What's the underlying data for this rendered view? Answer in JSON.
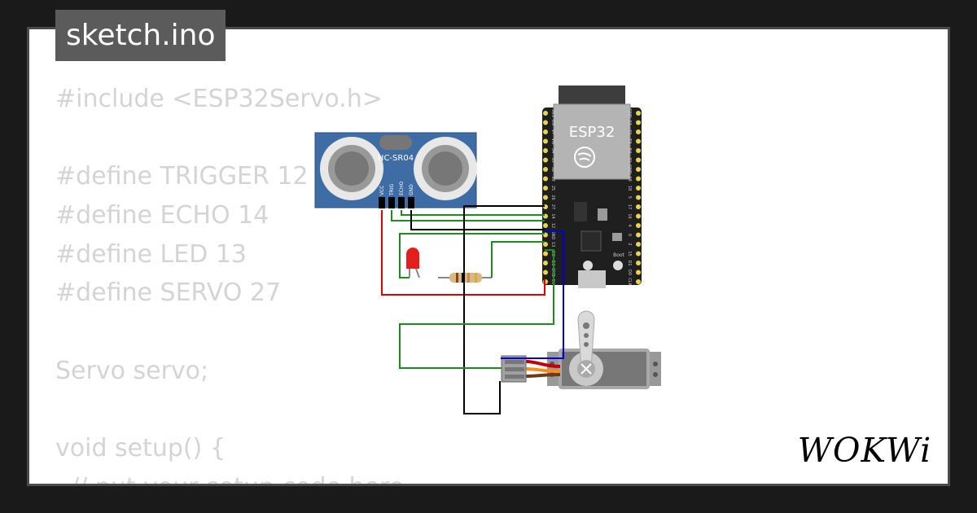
{
  "tab": {
    "filename": "sketch.ino"
  },
  "code_lines": [
    "#include <ESP32Servo.h>",
    "",
    "#define TRIGGER 12",
    "#define ECHO 14",
    "#define LED 13",
    "#define SERVO 27",
    "",
    "Servo servo;",
    "",
    "void setup() {",
    "  // put your setup code here"
  ],
  "sensor": {
    "label": "HC-SR04",
    "pins": [
      "VCC",
      "TRIG",
      "ECHO",
      "GND"
    ]
  },
  "board": {
    "label": "ESP32",
    "left_pins": [
      "3V3",
      "EN",
      "VP",
      "VN",
      "34",
      "35",
      "32",
      "33",
      "25",
      "26",
      "27",
      "14",
      "12",
      "GND",
      "13",
      "D2",
      "D3",
      "CMD",
      "5V"
    ],
    "right_pins": [
      "GND",
      "23",
      "22",
      "TX",
      "RX",
      "21",
      "GND",
      "19",
      "18",
      "5",
      "17",
      "16",
      "4",
      "0",
      "2",
      "15",
      "D1",
      "D0",
      "CLK"
    ],
    "button_label": "Boot"
  },
  "brand": {
    "logo_text": "WOKWi"
  },
  "colors": {
    "background": "#1a1a1a",
    "code_text": "#d4d4d4",
    "tab_bg": "#5b5b5b",
    "sensor_body": "#3e6ca5",
    "board_body": "#1f1f1f",
    "wire_red": "#e00000",
    "wire_green": "#1e8c1e",
    "wire_black": "#000000",
    "wire_blue": "#0000dd"
  }
}
